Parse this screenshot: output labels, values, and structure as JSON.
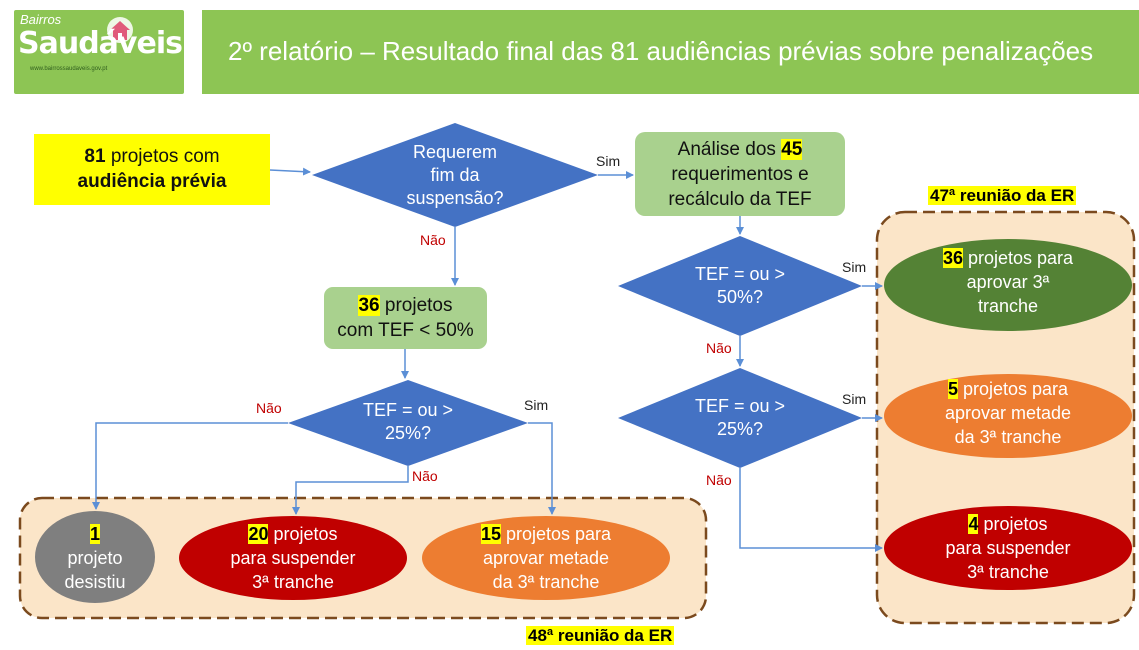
{
  "logo": {
    "top": "Bairros",
    "main": "Saudáveis",
    "url": "www.bairrossaudaveis.gov.pt"
  },
  "title": "2º relatório – Resultado final das 81 audiências prévias sobre penalizações",
  "start_box": {
    "num": "81",
    "line1_rest": " projetos com",
    "line2": "audiência prévia"
  },
  "d1": {
    "l1": "Requerem",
    "l2": "fim da",
    "l3": "suspensão?"
  },
  "analysis": {
    "l1a": "Análise dos ",
    "num": "45",
    "l2": "requerimentos e",
    "l3": "recálculo da TEF"
  },
  "box36": {
    "num": "36",
    "l1rest": " projetos",
    "l2": "com TEF < 50%"
  },
  "d_left": {
    "l1": "TEF = ou >",
    "l2": "25%?"
  },
  "d_r1": {
    "l1": "TEF = ou >",
    "l2": "50%?"
  },
  "d_r2": {
    "l1": "TEF = ou >",
    "l2": "25%?"
  },
  "labels": {
    "sim": "Sim",
    "nao": "Não"
  },
  "meeting47": "47ª reunião da ER",
  "meeting48": "48ª reunião  da ER",
  "oval_gray": {
    "num": "1",
    "l2": "projeto",
    "l3": "desistiu"
  },
  "oval_red_left": {
    "num": "20",
    "l1rest": " projetos",
    "l2": "para suspender",
    "l3": "3ª tranche"
  },
  "oval_orange_left": {
    "num": "15",
    "l1rest": " projetos para",
    "l2": "aprovar metade",
    "l3": "da 3ª tranche"
  },
  "oval_green": {
    "num": "36",
    "l1rest": " projetos para",
    "l2": "aprovar 3ª",
    "l3": "tranche"
  },
  "oval_orange_right": {
    "num": "5",
    "l1rest": " projetos para",
    "l2": "aprovar metade",
    "l3": "da 3ª tranche"
  },
  "oval_red_right": {
    "num": "4",
    "l1rest": " projetos",
    "l2": "para suspender",
    "l3": "3ª tranche"
  },
  "colors": {
    "green_bar": "#8dc554",
    "diamond": "#4472c4",
    "light_green": "#a9d18e",
    "dark_green": "#548235",
    "orange": "#ed7d31",
    "red": "#c00000",
    "gray": "#7f7f7f",
    "panel": "#fbe5c8",
    "dash": "#7b4a1e",
    "arrow": "#5b8fd6"
  }
}
